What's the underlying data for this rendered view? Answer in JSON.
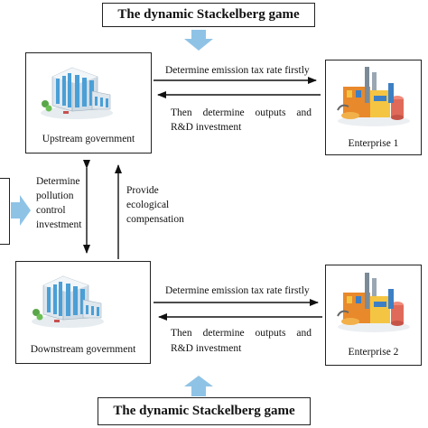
{
  "top_title": "The dynamic Stackelberg game",
  "bottom_title": "The dynamic Stackelberg game",
  "upstream_gov": "Upstream government",
  "downstream_gov": "Downstream government",
  "enterprise1": "Enterprise 1",
  "enterprise2": "Enterprise 2",
  "top_arrow_label": "Determine emission tax rate firstly",
  "top_return_line1": "Then determine outputs and",
  "top_return_line2": "R&D investment",
  "bottom_arrow_label": "Determine emission tax rate firstly",
  "bottom_return_line1": "Then determine outputs and",
  "bottom_return_line2": "R&D investment",
  "left_label": [
    "Determine",
    "pollution",
    "control",
    "investment"
  ],
  "right_label": [
    "Provide",
    "ecological",
    "compensation"
  ],
  "icons": {
    "government": "government-building-icon",
    "enterprise": "factory-icon"
  },
  "colors": {
    "block_arrow": "#8fc3e6",
    "line": "#111111",
    "building_glass": "#4a9fd6",
    "building_wall": "#dfe7ee",
    "factory_orange": "#e8892b",
    "factory_yellow": "#f4c542",
    "factory_blue": "#3d7fc4"
  }
}
